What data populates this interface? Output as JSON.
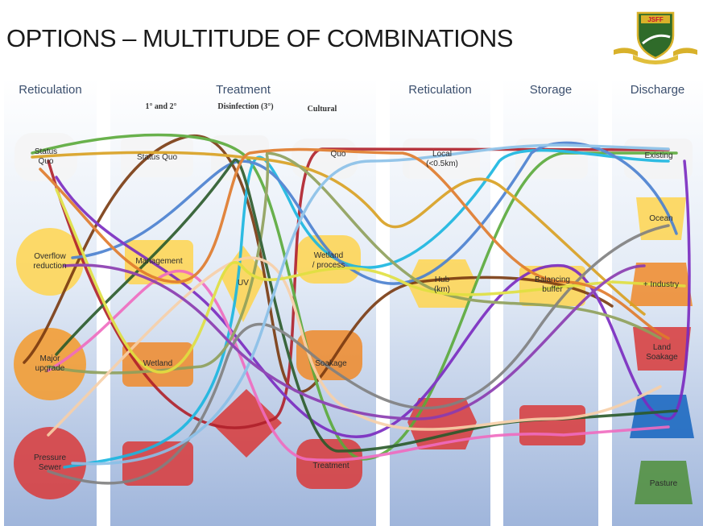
{
  "title": "OPTIONS – MULTITUDE OF COMBINATIONS",
  "logo": {
    "icon": "shield-crest-icon",
    "text": "JSFF"
  },
  "columns": [
    {
      "header": "Reticulation"
    },
    {
      "header": "Treatment"
    },
    {
      "header": "Reticulation"
    },
    {
      "header": "Storage"
    },
    {
      "header": "Discharge"
    }
  ],
  "subheaders": {
    "primary": "1° and 2°",
    "disinfection": "Disinfection (3°)",
    "cultural": "Cultural"
  },
  "nodes": {
    "status_quo_1": "Status\nQuo",
    "overflow_reduction": "Overflow\nreduction",
    "major_upgrade": "Major\nupgrade",
    "pressure_sewer": "Pressure\nSewer",
    "status_quo_2": "Status Quo",
    "management": "Management",
    "wetland": "Wetland",
    "status_quo_3": "Status Quo",
    "uv": "UV",
    "quo": "Quo",
    "wetlands_cultural": "Wetland\n/ process",
    "soakage": "Soakage",
    "treatment": "Treatment",
    "local": "Local\n(<0.5km)",
    "reticulation_mid": "Hub\n(km)",
    "storage_mid": "Balancing\nbuffer",
    "existing": "Existing",
    "discharge_2": "Ocean",
    "discharge_industry": "+ Industry",
    "land_soakage": "Land\nSoakage",
    "pasture": "Pasture"
  }
}
